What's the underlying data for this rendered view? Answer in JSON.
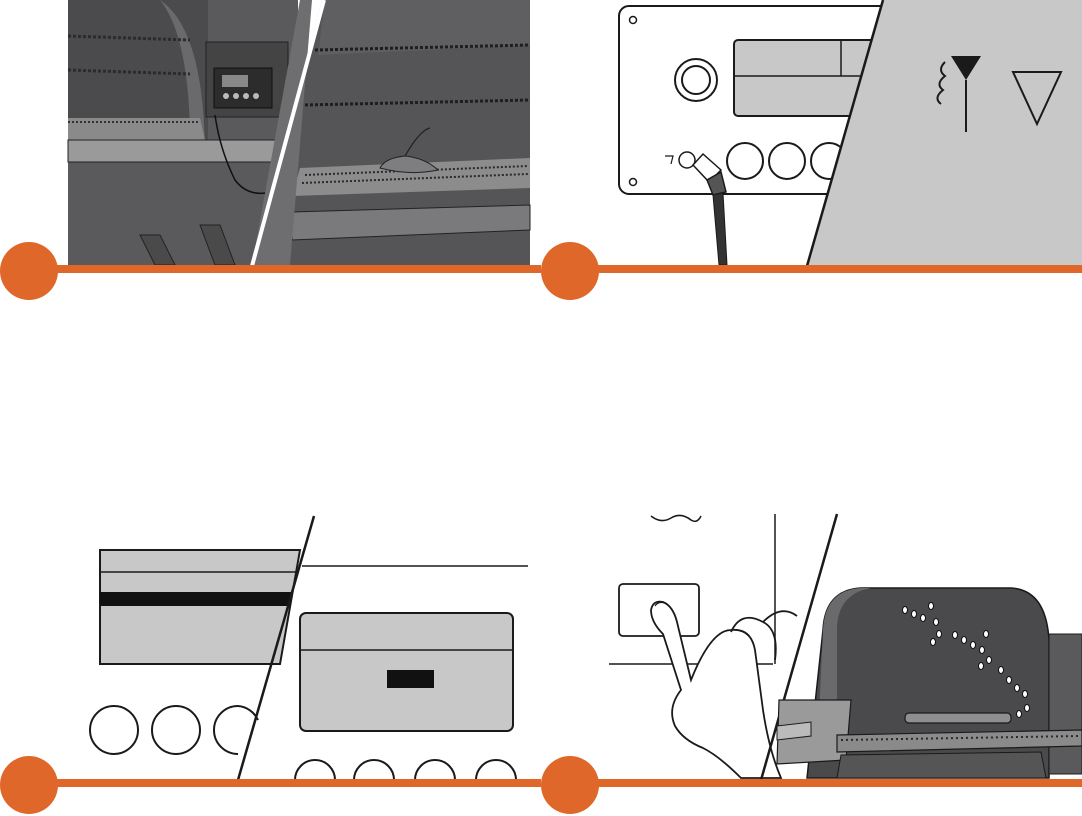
{
  "colors": {
    "accent": "#e0672a",
    "grill_dark": "#4a4a4c",
    "grill_mid": "#5c5c5e",
    "panel_gray": "#c8c8c8",
    "outline": "#1a1a1a"
  },
  "steps": [
    {
      "id": 1,
      "icon": "grill-probe-placement-illustration"
    },
    {
      "id": 2,
      "icon": "probe-jack-and-wifi-indicator-illustration"
    },
    {
      "id": 3,
      "icon": "controller-display-illustration"
    },
    {
      "id": 4,
      "icon": "press-button-and-grill-light-illustration"
    }
  ]
}
